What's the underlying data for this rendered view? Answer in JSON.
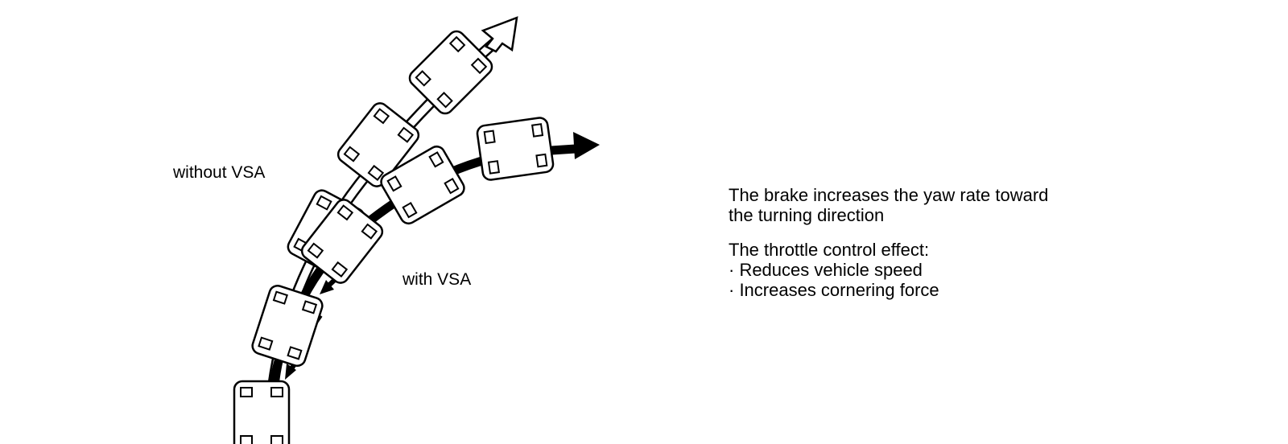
{
  "labels": {
    "without_vsa": "without VSA",
    "with_vsa": "with VSA"
  },
  "description": {
    "brake_line1": "The brake increases the yaw rate toward",
    "brake_line2": "the turning direction",
    "throttle_heading": "The throttle control effect:",
    "throttle_items": [
      "· Reduces vehicle speed",
      "· Increases cornering force"
    ]
  }
}
